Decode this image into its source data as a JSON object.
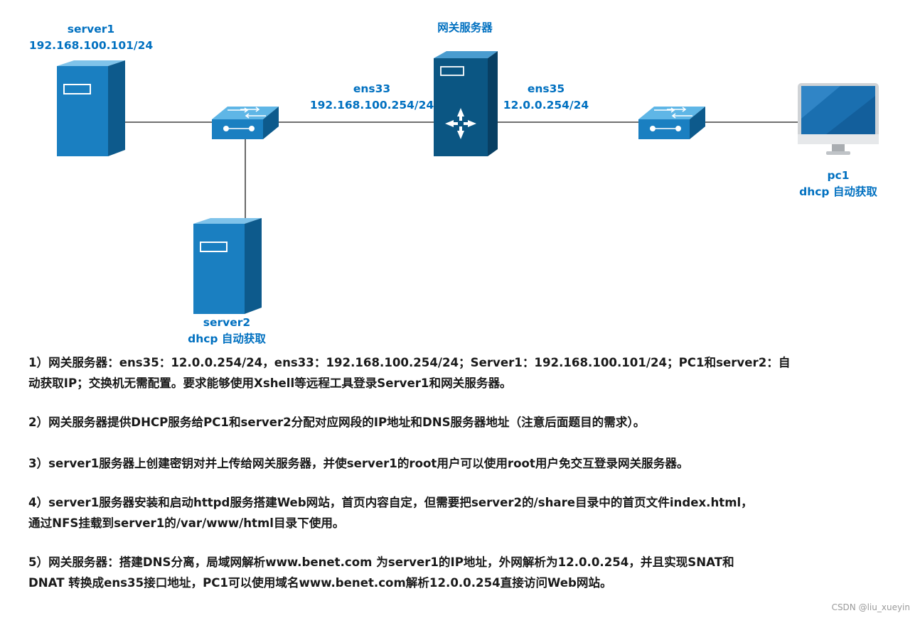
{
  "devices": {
    "server1": {
      "name": "server1",
      "ip": "192.168.100.101/24"
    },
    "server2": {
      "name": "server2",
      "ip_mode": "dhcp 自动获取"
    },
    "gateway": {
      "name": "网关服务器"
    },
    "pc1": {
      "name": "pc1",
      "ip_mode": "dhcp 自动获取"
    }
  },
  "interfaces": {
    "ens33": {
      "name": "ens33",
      "ip": "192.168.100.254/24"
    },
    "ens35": {
      "name": "ens35",
      "ip": "12.0.0.254/24"
    }
  },
  "icons": {
    "server": "server-tower-icon",
    "switch": "network-switch-icon",
    "router": "router-server-icon",
    "monitor": "desktop-monitor-icon"
  },
  "colors": {
    "label_blue": "#0070c0",
    "device_blue": "#1a7fc1",
    "device_dark": "#0d5a8c",
    "router_dark": "#0b5683",
    "text_black": "#1a1a1a"
  },
  "requirements": [
    {
      "lines": [
        "1）网关服务器：ens35：12.0.0.254/24，ens33：192.168.100.254/24；Server1：192.168.100.101/24；PC1和server2：自",
        "动获取IP；交换机无需配置。要求能够使用Xshell等远程工具登录Server1和网关服务器。"
      ]
    },
    {
      "lines": [
        "2）网关服务器提供DHCP服务给PC1和server2分配对应网段的IP地址和DNS服务器地址（注意后面题目的需求）。"
      ]
    },
    {
      "lines": [
        "3）server1服务器上创建密钥对并上传给网关服务器，并使server1的root用户可以使用root用户免交互登录网关服务器。"
      ]
    },
    {
      "lines": [
        "4）server1服务器安装和启动httpd服务搭建Web网站，首页内容自定，但需要把server2的/share目录中的首页文件index.html，",
        "通过NFS挂载到server1的/var/www/html目录下使用。"
      ]
    },
    {
      "lines": [
        "5）网关服务器：搭建DNS分离，局域网解析www.benet.com 为server1的IP地址，外网解析为12.0.0.254，并且实现SNAT和",
        "DNAT 转换成ens35接口地址，PC1可以使用域名www.benet.com解析12.0.0.254直接访问Web网站。"
      ]
    }
  ],
  "watermark": "CSDN @liu_xueyin"
}
